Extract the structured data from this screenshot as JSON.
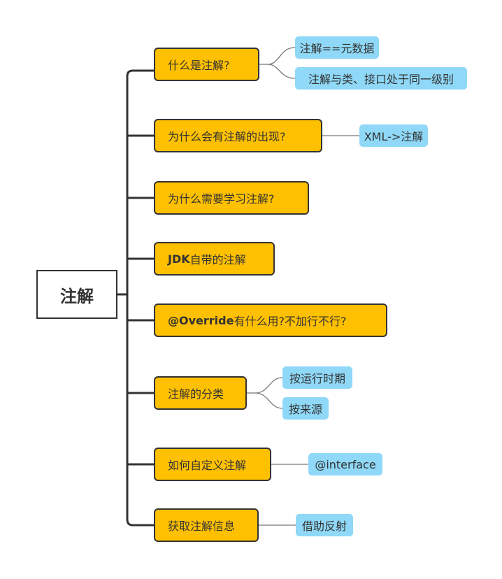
{
  "root": {
    "label": "注解"
  },
  "topics": [
    {
      "label": "什么是注解?",
      "children": [
        "注解==元数据",
        "注解与类、接口处于同一级别"
      ]
    },
    {
      "label": "为什么会有注解的出现?",
      "children": [
        "XML->注解"
      ]
    },
    {
      "label": "为什么需要学习注解?",
      "children": []
    },
    {
      "label": "JDK 自带的注解",
      "children": []
    },
    {
      "label": "@Override有什么用?不加行不行?",
      "children": []
    },
    {
      "label": "注解的分类",
      "children": [
        "按运行时期",
        "按来源"
      ]
    },
    {
      "label": "如何自定义注解",
      "children": [
        "@interface"
      ]
    },
    {
      "label": "获取注解信息",
      "children": [
        "借助反射"
      ]
    }
  ],
  "colors": {
    "topic_fill": "#ffc000",
    "leaf_fill": "#8fd8f7",
    "stroke": "#333333",
    "leaf_line": "#777777"
  }
}
